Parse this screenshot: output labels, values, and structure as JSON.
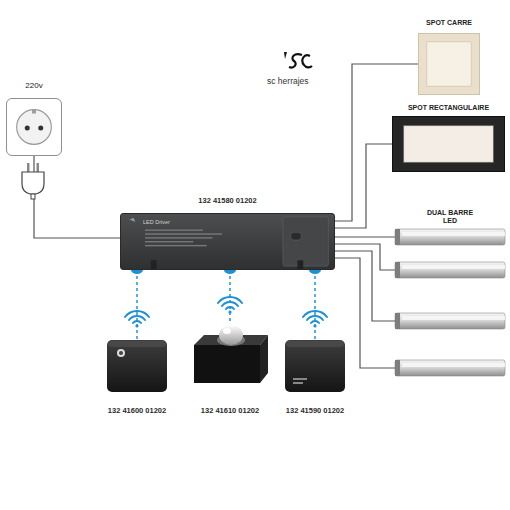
{
  "diagram": {
    "nodes": [
      {
        "text": [
          "220v"
        ]
      },
      {
        "text": [
          "SPOT CARRE"
        ]
      },
      {
        "text": [
          "SPOT RECTANGULAIRE"
        ]
      },
      {
        "text": [
          "132 41580 01202",
          "LED Driver"
        ]
      },
      {
        "text": [
          "DUAL BARRE LED"
        ]
      },
      {
        "text": [
          "132 41600 01202"
        ]
      },
      {
        "text": [
          "132 41610 01202"
        ]
      },
      {
        "text": [
          "132 41590 01202"
        ]
      }
    ],
    "edges": [
      {
        "from": 0,
        "to": 3,
        "arrow": "none"
      },
      {
        "from": 3,
        "to": 1,
        "arrow": "none"
      },
      {
        "from": 3,
        "to": 2,
        "arrow": "none"
      },
      {
        "from": 3,
        "to": 4,
        "arrow": "none"
      },
      {
        "from": 3,
        "to": 5,
        "arrow": "none"
      },
      {
        "from": 3,
        "to": 6,
        "arrow": "none"
      },
      {
        "from": 3,
        "to": 7,
        "arrow": "none"
      }
    ],
    "labels": [
      "sc herrajes"
    ]
  }
}
